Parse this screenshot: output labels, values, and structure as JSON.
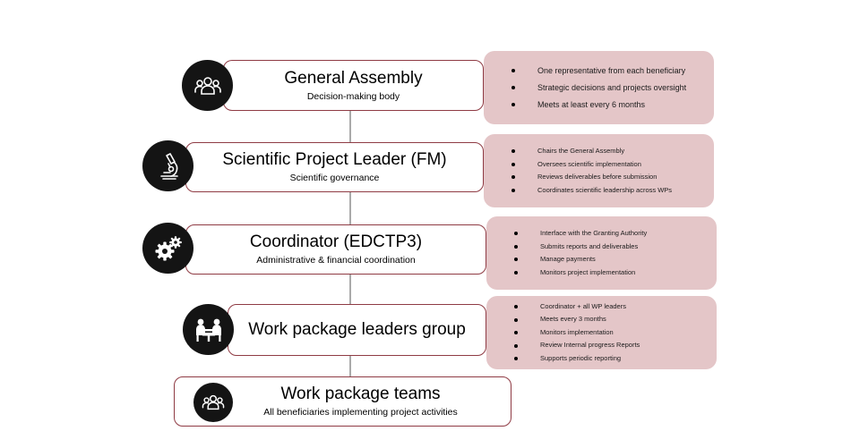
{
  "boxes": [
    {
      "title": "General Assembly",
      "subtitle": "Decision-making body"
    },
    {
      "title": "Scientific Project Leader (FM)",
      "subtitle": "Scientific governance"
    },
    {
      "title": "Coordinator (EDCTP3)",
      "subtitle": "Administrative & financial coordination"
    },
    {
      "title": "Work package leaders group",
      "subtitle": ""
    },
    {
      "title": "Work package teams",
      "subtitle": "All beneficiaries implementing project activities"
    }
  ],
  "panels": [
    {
      "items": [
        "One representative from each beneficiary",
        "Strategic decisions and projects oversight",
        "Meets at least every 6 months"
      ]
    },
    {
      "items": [
        "Chairs the General Assembly",
        "Oversees scientific implementation",
        "Reviews deliverables before submission",
        "Coordinates scientific leadership across WPs"
      ]
    },
    {
      "items": [
        "Interface with the Granting Authority",
        "Submits reports and deliverables",
        "Manage payments",
        "Monitors project implementation"
      ]
    },
    {
      "items": [
        "Coordinator + all WP leaders",
        "Meets every 3 months",
        "Monitors implementation",
        "Review Internal progress Reports",
        "Supports periodic reporting"
      ]
    }
  ],
  "icons": [
    "group-icon",
    "microscope-icon",
    "gears-icon",
    "meeting-table-icon",
    "group-icon"
  ],
  "colors": {
    "box_border": "#8f3b44",
    "panel_fill": "#e4c6c8",
    "icon_fill": "#141414",
    "connector": "#555555"
  }
}
